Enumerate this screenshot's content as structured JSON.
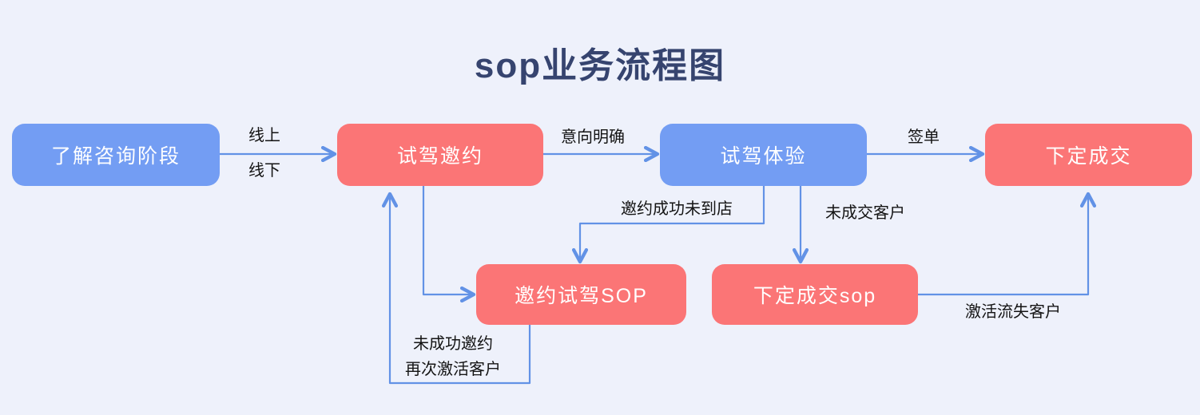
{
  "title": "sop业务流程图",
  "colors": {
    "background": "#EEF1FB",
    "blue_node": "#739DF3",
    "red_node": "#FB7576",
    "connector": "#6292E6",
    "title_text": "#36446F",
    "node_text": "#FFFFFF",
    "edge_label_text": "#141414"
  },
  "nodes": [
    {
      "id": "consult-stage",
      "label": "了解咨询阶段",
      "color": "blue"
    },
    {
      "id": "test-drive-invite",
      "label": "试驾邀约",
      "color": "red"
    },
    {
      "id": "test-drive-experience",
      "label": "试驾体验",
      "color": "blue"
    },
    {
      "id": "close-deal",
      "label": "下定成交",
      "color": "red"
    },
    {
      "id": "invite-test-drive-sop",
      "label": "邀约试驾SOP",
      "color": "red"
    },
    {
      "id": "close-deal-sop",
      "label": "下定成交sop",
      "color": "red"
    }
  ],
  "edges": [
    {
      "from": "consult-stage",
      "to": "test-drive-invite",
      "labels": [
        "线上",
        "线下"
      ]
    },
    {
      "from": "test-drive-invite",
      "to": "test-drive-experience",
      "labels": [
        "意向明确"
      ]
    },
    {
      "from": "test-drive-experience",
      "to": "close-deal",
      "labels": [
        "签单"
      ]
    },
    {
      "from": "test-drive-experience",
      "to": "invite-test-drive-sop",
      "labels": [
        "邀约成功未到店"
      ]
    },
    {
      "from": "test-drive-experience",
      "to": "close-deal-sop",
      "labels": [
        "未成交客户"
      ]
    },
    {
      "from": "test-drive-invite",
      "to": "invite-test-drive-sop",
      "labels": []
    },
    {
      "from": "invite-test-drive-sop",
      "to": "test-drive-invite",
      "labels": [
        "未成功邀约",
        "再次激活客户"
      ]
    },
    {
      "from": "close-deal-sop",
      "to": "close-deal",
      "labels": [
        "激活流失客户"
      ]
    }
  ]
}
